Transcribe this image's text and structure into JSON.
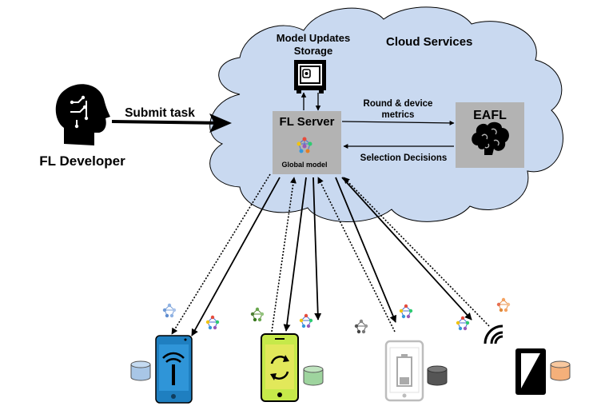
{
  "cloud": {
    "label": "Cloud Services"
  },
  "developer": {
    "label": "FL Developer",
    "arrow_label": "Submit task"
  },
  "storage": {
    "label_line1": "Model Updates",
    "label_line2": "Storage"
  },
  "server": {
    "label": "FL Server",
    "sublabel": "Global model"
  },
  "eafl": {
    "label": "EAFL"
  },
  "links": {
    "metrics_line1": "Round & device",
    "metrics_line2": "metrics",
    "decisions": "Selection Decisions"
  },
  "colors": {
    "cloud_fill": "#c9d9f0",
    "box_fill": "#b3b3b3",
    "phone1": "#1f7fc0",
    "phone2": "#c6e94a",
    "phone3": "#bdbdbd",
    "phone4": "#000000",
    "cyl_blue": "#a8c6e6",
    "cyl_green": "#9ed49e",
    "cyl_dark": "#555555",
    "cyl_orange": "#f5b07a"
  }
}
